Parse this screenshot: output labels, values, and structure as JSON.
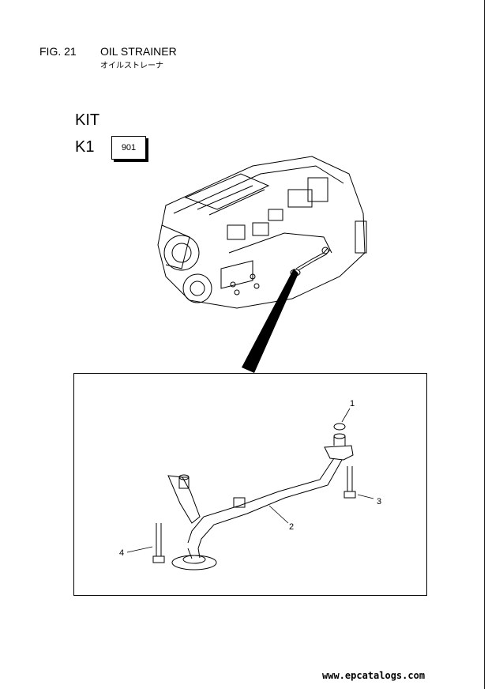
{
  "figure": {
    "number": "FIG. 21",
    "title": "OIL STRAINER",
    "subtitle": "オイルストレーナ"
  },
  "kit": {
    "heading": "KIT",
    "label": "K1",
    "code": "901"
  },
  "callouts": [
    "1",
    "2",
    "3",
    "4"
  ],
  "footer": {
    "url": "www.epcatalogs.com"
  }
}
